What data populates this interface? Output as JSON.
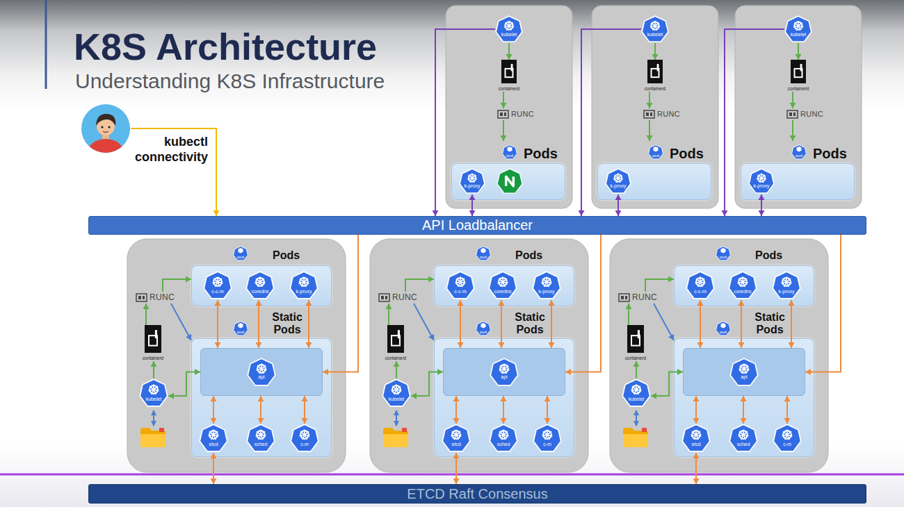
{
  "diagram": {
    "title": "K8S Architecture",
    "nodes": [
      {
        "text": [
          "kubectl connectivity"
        ]
      },
      {
        "text": [
          "kubelet"
        ]
      },
      {
        "text": [
          "containerd"
        ]
      },
      {
        "text": [
          "RUNC"
        ]
      },
      {
        "text": [
          "Pods"
        ]
      },
      {
        "text": [
          "k-proxy"
        ],
        "in": 4
      },
      {
        "text": [
          "kubelet"
        ]
      },
      {
        "text": [
          "containerd"
        ]
      },
      {
        "text": [
          "RUNC"
        ]
      },
      {
        "text": [
          "Pods"
        ]
      },
      {
        "text": [
          "k-proxy"
        ],
        "in": 9
      },
      {
        "text": [
          "kubelet"
        ]
      },
      {
        "text": [
          "containerd"
        ]
      },
      {
        "text": [
          "RUNC"
        ]
      },
      {
        "text": [
          "Pods"
        ]
      },
      {
        "text": [
          "k-proxy"
        ],
        "in": 14
      },
      {
        "text": [
          "API Loadbalancer"
        ]
      },
      {
        "text": [
          "Pods"
        ]
      },
      {
        "text": [
          "c-c-m"
        ],
        "in": 17
      },
      {
        "text": [
          "coredns"
        ],
        "in": 17
      },
      {
        "text": [
          "k-proxy"
        ],
        "in": 17
      },
      {
        "text": [
          "RUNC"
        ]
      },
      {
        "text": [
          "containerd"
        ]
      },
      {
        "text": [
          "kubelet"
        ]
      },
      {
        "text": [
          "Static Pods"
        ]
      },
      {
        "text": [
          "api"
        ],
        "in": 24
      },
      {
        "text": [
          "etcd"
        ],
        "in": 24
      },
      {
        "text": [
          "sched"
        ],
        "in": 24
      },
      {
        "text": [
          "c-m"
        ],
        "in": 24
      },
      {
        "text": [
          "Pods"
        ]
      },
      {
        "text": [
          "c-c-m"
        ],
        "in": 29
      },
      {
        "text": [
          "coredns"
        ],
        "in": 29
      },
      {
        "text": [
          "k-proxy"
        ],
        "in": 29
      },
      {
        "text": [
          "RUNC"
        ]
      },
      {
        "text": [
          "containerd"
        ]
      },
      {
        "text": [
          "kubelet"
        ]
      },
      {
        "text": [
          "Static Pods"
        ]
      },
      {
        "text": [
          "api"
        ],
        "in": 36
      },
      {
        "text": [
          "etcd"
        ],
        "in": 36
      },
      {
        "text": [
          "sched"
        ],
        "in": 36
      },
      {
        "text": [
          "c-m"
        ],
        "in": 36
      },
      {
        "text": [
          "Pods"
        ]
      },
      {
        "text": [
          "c-c-m"
        ],
        "in": 41
      },
      {
        "text": [
          "coredns"
        ],
        "in": 41
      },
      {
        "text": [
          "k-proxy"
        ],
        "in": 41
      },
      {
        "text": [
          "RUNC"
        ]
      },
      {
        "text": [
          "containerd"
        ]
      },
      {
        "text": [
          "kubelet"
        ]
      },
      {
        "text": [
          "Static Pods"
        ]
      },
      {
        "text": [
          "api"
        ],
        "in": 48
      },
      {
        "text": [
          "etcd"
        ],
        "in": 48
      },
      {
        "text": [
          "sched"
        ],
        "in": 48
      },
      {
        "text": [
          "c-m"
        ],
        "in": 48
      },
      {
        "text": [
          "ETCD Raft Consensus"
        ]
      }
    ],
    "edges": [
      {
        "from": 0,
        "to": 16,
        "arrow": "to"
      },
      {
        "from": 1,
        "to": 2,
        "arrow": "to"
      },
      {
        "from": 2,
        "to": 3,
        "arrow": "to"
      },
      {
        "from": 3,
        "to": 4,
        "arrow": "to"
      },
      {
        "from": 1,
        "to": 16,
        "arrow": "to"
      },
      {
        "from": 5,
        "to": 16,
        "arrow": "both"
      },
      {
        "from": 6,
        "to": 7,
        "arrow": "to"
      },
      {
        "from": 7,
        "to": 8,
        "arrow": "to"
      },
      {
        "from": 8,
        "to": 9,
        "arrow": "to"
      },
      {
        "from": 6,
        "to": 16,
        "arrow": "to"
      },
      {
        "from": 10,
        "to": 16,
        "arrow": "both"
      },
      {
        "from": 11,
        "to": 12,
        "arrow": "to"
      },
      {
        "from": 12,
        "to": 13,
        "arrow": "to"
      },
      {
        "from": 13,
        "to": 14,
        "arrow": "to"
      },
      {
        "from": 11,
        "to": 16,
        "arrow": "to"
      },
      {
        "from": 15,
        "to": 16,
        "arrow": "both"
      },
      {
        "from": 23,
        "to": 22,
        "arrow": "to"
      },
      {
        "from": 22,
        "to": 21,
        "arrow": "to"
      },
      {
        "from": 21,
        "to": 17,
        "arrow": "to"
      },
      {
        "from": 21,
        "to": 24,
        "arrow": "to"
      },
      {
        "from": 23,
        "to": 25,
        "arrow": "both"
      },
      {
        "from": 18,
        "to": 25,
        "arrow": "both"
      },
      {
        "from": 19,
        "to": 25,
        "arrow": "both"
      },
      {
        "from": 20,
        "to": 25,
        "arrow": "both"
      },
      {
        "from": 25,
        "to": 26,
        "arrow": "both"
      },
      {
        "from": 25,
        "to": 27,
        "arrow": "both"
      },
      {
        "from": 25,
        "to": 28,
        "arrow": "both"
      },
      {
        "from": 16,
        "to": 25,
        "arrow": "to"
      },
      {
        "from": 26,
        "to": 53,
        "arrow": "both"
      },
      {
        "from": 35,
        "to": 34,
        "arrow": "to"
      },
      {
        "from": 34,
        "to": 33,
        "arrow": "to"
      },
      {
        "from": 33,
        "to": 29,
        "arrow": "to"
      },
      {
        "from": 33,
        "to": 36,
        "arrow": "to"
      },
      {
        "from": 35,
        "to": 37,
        "arrow": "both"
      },
      {
        "from": 30,
        "to": 37,
        "arrow": "both"
      },
      {
        "from": 31,
        "to": 37,
        "arrow": "both"
      },
      {
        "from": 32,
        "to": 37,
        "arrow": "both"
      },
      {
        "from": 37,
        "to": 38,
        "arrow": "both"
      },
      {
        "from": 37,
        "to": 39,
        "arrow": "both"
      },
      {
        "from": 37,
        "to": 40,
        "arrow": "both"
      },
      {
        "from": 16,
        "to": 37,
        "arrow": "to"
      },
      {
        "from": 38,
        "to": 53,
        "arrow": "both"
      },
      {
        "from": 47,
        "to": 46,
        "arrow": "to"
      },
      {
        "from": 46,
        "to": 45,
        "arrow": "to"
      },
      {
        "from": 45,
        "to": 41,
        "arrow": "to"
      },
      {
        "from": 45,
        "to": 48,
        "arrow": "to"
      },
      {
        "from": 47,
        "to": 49,
        "arrow": "both"
      },
      {
        "from": 42,
        "to": 49,
        "arrow": "both"
      },
      {
        "from": 43,
        "to": 49,
        "arrow": "both"
      },
      {
        "from": 44,
        "to": 49,
        "arrow": "both"
      },
      {
        "from": 49,
        "to": 50,
        "arrow": "both"
      },
      {
        "from": 49,
        "to": 51,
        "arrow": "both"
      },
      {
        "from": 49,
        "to": 52,
        "arrow": "both"
      },
      {
        "from": 16,
        "to": 49,
        "arrow": "to"
      },
      {
        "from": 50,
        "to": 53,
        "arrow": "both"
      }
    ],
    "labels": [
      "Understanding K8S Infrastructure",
      "pod",
      "pod",
      "pod",
      "pod",
      "pod",
      "pod",
      "pod",
      "pod",
      "pod"
    ]
  }
}
